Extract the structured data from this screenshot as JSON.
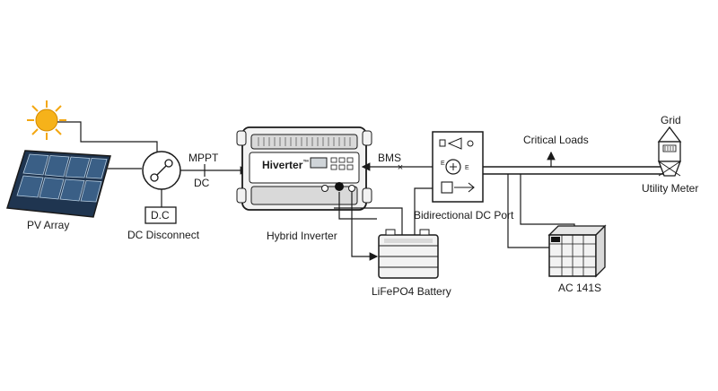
{
  "labels": {
    "pv_array": "PV Array",
    "dc_disconnect": "DC Disconnect",
    "dc_box": "D.C",
    "mppt": "MPPT",
    "dc": "DC",
    "hybrid_inverter": "Hybrid Inverter",
    "inverter_brand": "Hiverter",
    "inverter_tm": "™",
    "bms": "BMS",
    "bidirectional_port": "Bidirectional DC Port",
    "lifepo4_battery": "LiFePO4 Battery",
    "critical_loads": "Critical Loads",
    "grid": "Grid",
    "utility_meter": "Utility Meter",
    "ac_unit": "AC 141S"
  },
  "colors": {
    "line": "#1a1a1a",
    "sun_core": "#f6b21a",
    "sun_ray": "#f3a712",
    "panel_cell": "#3a5f86",
    "panel_dark": "#233d5a",
    "device_fill": "#f2f2f2",
    "device_dark": "#d9d9d9"
  }
}
